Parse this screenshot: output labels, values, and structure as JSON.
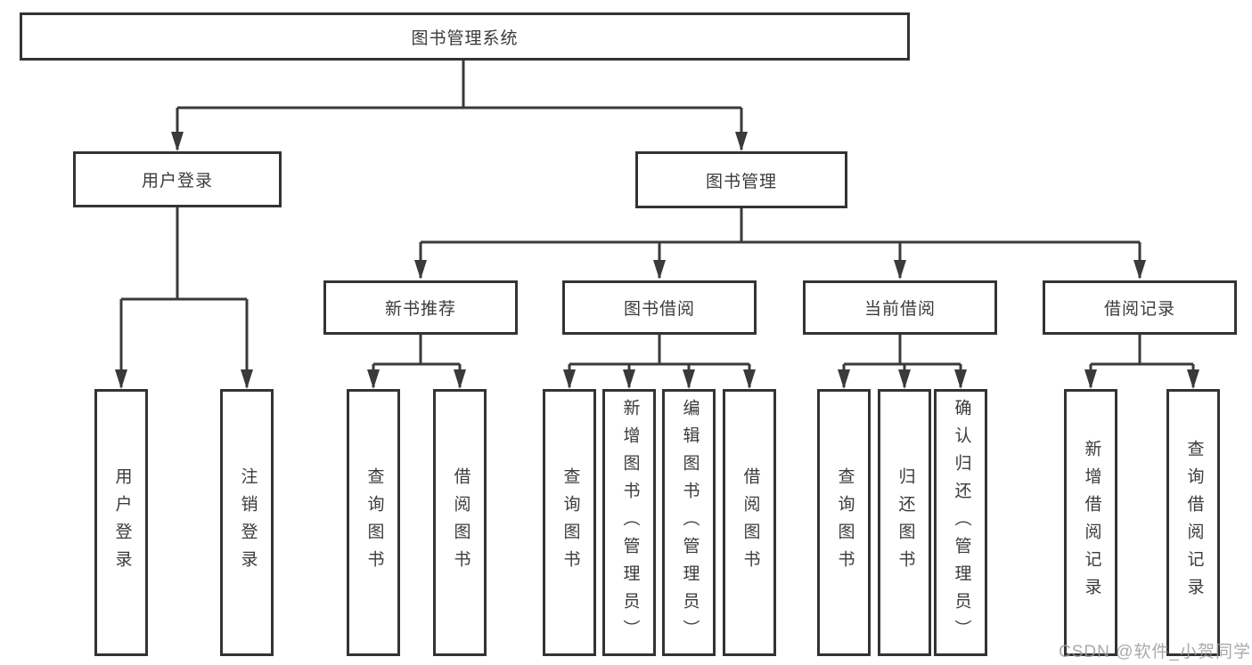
{
  "watermark": {
    "text": "CSDN @软件_小贺同学"
  },
  "colors": {
    "line": "#3a3a3a",
    "box_border": "#333333",
    "box_background": "#ffffff",
    "text": "#3b3b3b",
    "watermark": "#9b9b9b"
  },
  "tree": {
    "root": {
      "label": "图书管理系统"
    },
    "branches": [
      {
        "label": "用户登录",
        "children": [
          {
            "label": "用户登录"
          },
          {
            "label": "注销登录"
          }
        ]
      },
      {
        "label": "图书管理",
        "children": [
          {
            "label": "新书推荐",
            "children": [
              {
                "label": "查询图书"
              },
              {
                "label": "借阅图书"
              }
            ]
          },
          {
            "label": "图书借阅",
            "children": [
              {
                "label": "查询图书"
              },
              {
                "label": "新增图书（管理员）"
              },
              {
                "label": "编辑图书（管理员）"
              },
              {
                "label": "借阅图书"
              }
            ]
          },
          {
            "label": "当前借阅",
            "children": [
              {
                "label": "查询图书"
              },
              {
                "label": "归还图书"
              },
              {
                "label": "确认归还（管理员）"
              }
            ]
          },
          {
            "label": "借阅记录",
            "children": [
              {
                "label": "新增借阅记录"
              },
              {
                "label": "查询借阅记录"
              }
            ]
          }
        ]
      }
    ]
  }
}
